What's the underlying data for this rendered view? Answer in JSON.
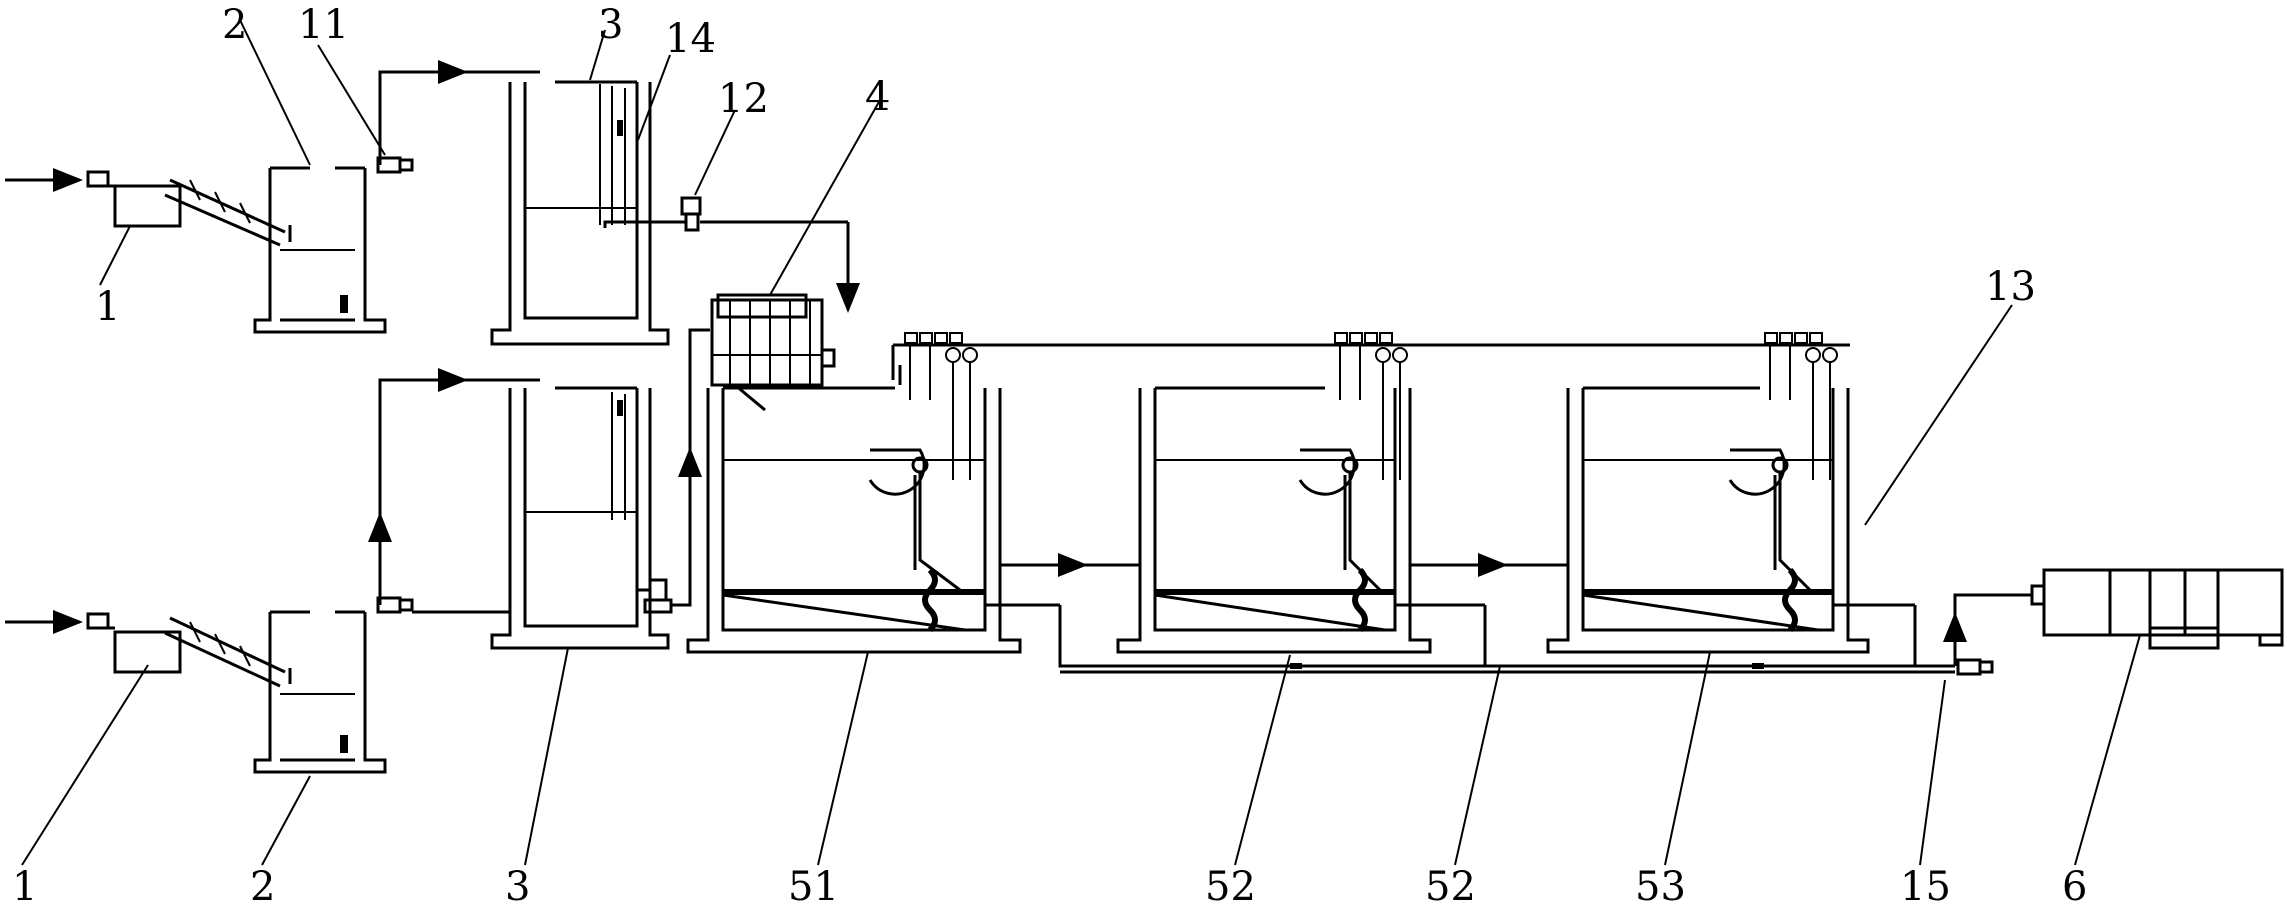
{
  "labels": {
    "l1_top": "1",
    "l2_top": "2",
    "l11": "11",
    "l3_top": "3",
    "l14": "14",
    "l12": "12",
    "l4": "4",
    "l13": "13",
    "l1_bot": "1",
    "l2_bot": "2",
    "l3_bot": "3",
    "l51": "51",
    "l52_a": "52",
    "l52_b": "52",
    "l53": "53",
    "l15": "15",
    "l6": "6"
  }
}
